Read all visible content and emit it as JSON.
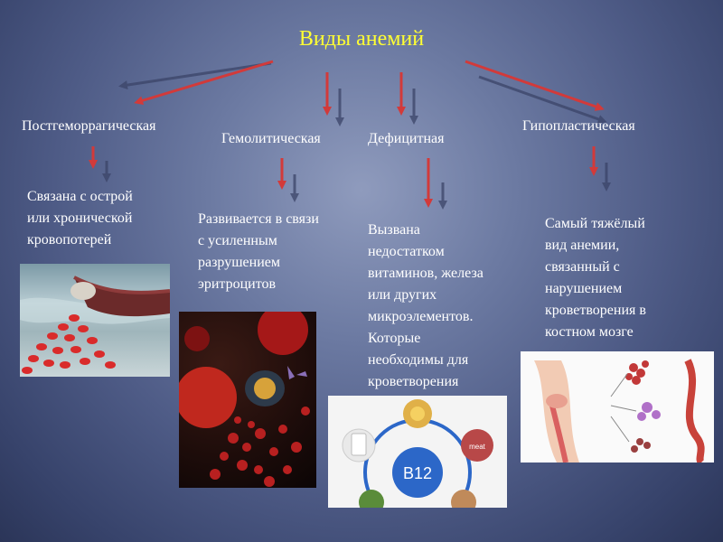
{
  "title": "Виды анемий",
  "colors": {
    "title": "#ffff33",
    "arrow": "#d23a3a",
    "arrow_shadow": "#3b4468",
    "text": "#ffffff"
  },
  "types": [
    {
      "label": "Постгеморрагическая",
      "description": [
        "Связана с острой",
        "или хронической",
        "кровопотерей"
      ]
    },
    {
      "label": "Гемолитическая",
      "description": [
        "Развивается в связи",
        "с усиленным",
        "разрушением",
        "эритроцитов"
      ]
    },
    {
      "label": "Дефицитная",
      "description": [
        "Вызвана",
        "недостатком",
        "витаминов, железа",
        "или других",
        "микроэлементов.",
        "Которые",
        "необходимы для",
        "кроветворения"
      ]
    },
    {
      "label": "Гипопластическая",
      "description": [
        "Самый тяжёлый",
        "вид анемии,",
        "связанный с",
        "нарушением",
        "кроветворения в",
        "костном мозге"
      ]
    }
  ],
  "pictures": {
    "b12_label": "B12",
    "meat_label": "meat"
  }
}
